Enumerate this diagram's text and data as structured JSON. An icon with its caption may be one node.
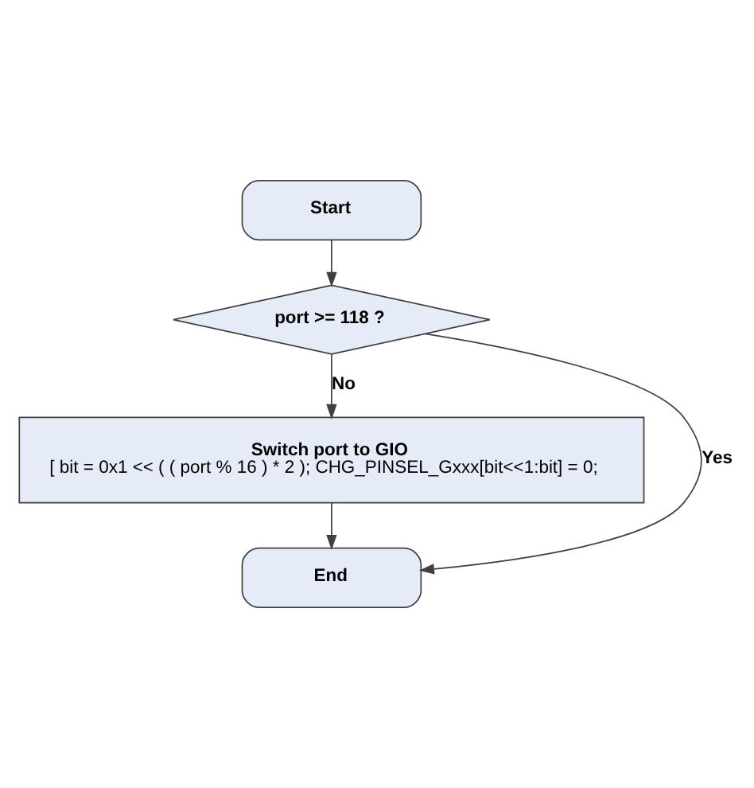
{
  "diagram": {
    "nodes": [
      {
        "text": [
          "Start"
        ]
      },
      {
        "text": [
          "port >= 118 ?"
        ]
      },
      {
        "text": [
          "Switch port to GIO",
          "[ bit = 0x1 << ( ( port % 16 ) * 2 ); CHG_PINSEL_Gxxx[bit<<1:bit] = 0;"
        ]
      },
      {
        "text": [
          "End"
        ]
      }
    ],
    "edges": [
      {
        "from": 0,
        "to": 1,
        "arrow": "to"
      },
      {
        "from": 1,
        "to": 2,
        "arrow": "to",
        "label": "No"
      },
      {
        "from": 2,
        "to": 3,
        "arrow": "to"
      },
      {
        "from": 1,
        "to": 3,
        "arrow": "to",
        "label": "Yes"
      }
    ]
  }
}
